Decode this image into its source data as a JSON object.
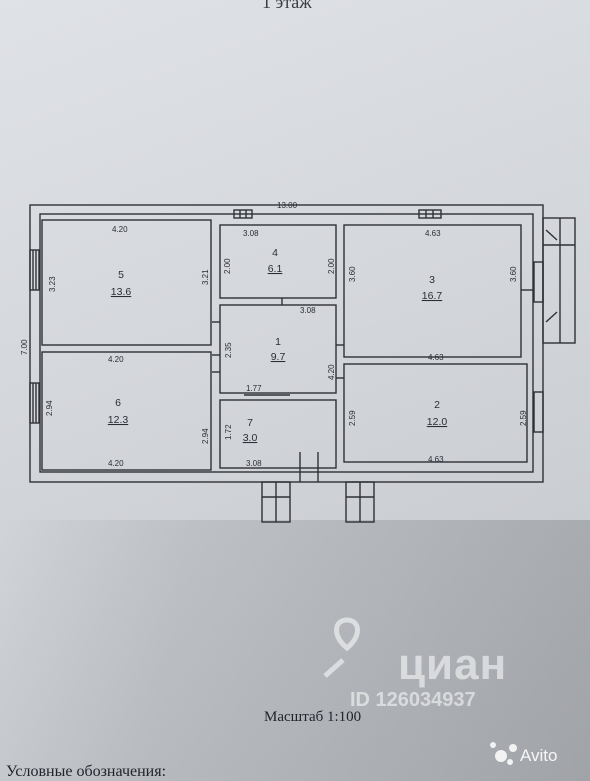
{
  "page_title": "1 этаж",
  "scale_text": "Масштаб 1:100",
  "legend_text": "Условные обозначения:",
  "dimensions": {
    "overall_width": "13.00",
    "overall_height": "7.00",
    "r5_top": "4.20",
    "r5_left": "3.23",
    "r5_right": "3.21",
    "r6_top": "4.20",
    "r6_bottom": "4.20",
    "r6_left": "2.94",
    "r6_right": "2.94",
    "r4_top": "3.08",
    "r4_left": "2.00",
    "r4_right": "2.00",
    "r4_bottom": "3.08",
    "r1_left": "2.35",
    "r1_right": "4.20",
    "r1_bottom": "1.77",
    "r7_left": "1.72",
    "r7_bottom": "3.08",
    "r3_top": "4.63",
    "r3_left": "3.60",
    "r3_right": "3.60",
    "r2_top": "4.63",
    "r2_bottom": "4.63",
    "r2_left": "2.59",
    "r2_right": "2.59"
  },
  "rooms": [
    {
      "number": "1",
      "area": "9.7"
    },
    {
      "number": "2",
      "area": "12.0"
    },
    {
      "number": "3",
      "area": "16.7"
    },
    {
      "number": "4",
      "area": "6.1"
    },
    {
      "number": "5",
      "area": "13.6"
    },
    {
      "number": "6",
      "area": "12.3"
    },
    {
      "number": "7",
      "area": "3.0"
    }
  ],
  "watermark": {
    "brand": "циан",
    "id": "ID 126034937",
    "avito": "Avito",
    "brand_color": "#ffffff"
  }
}
